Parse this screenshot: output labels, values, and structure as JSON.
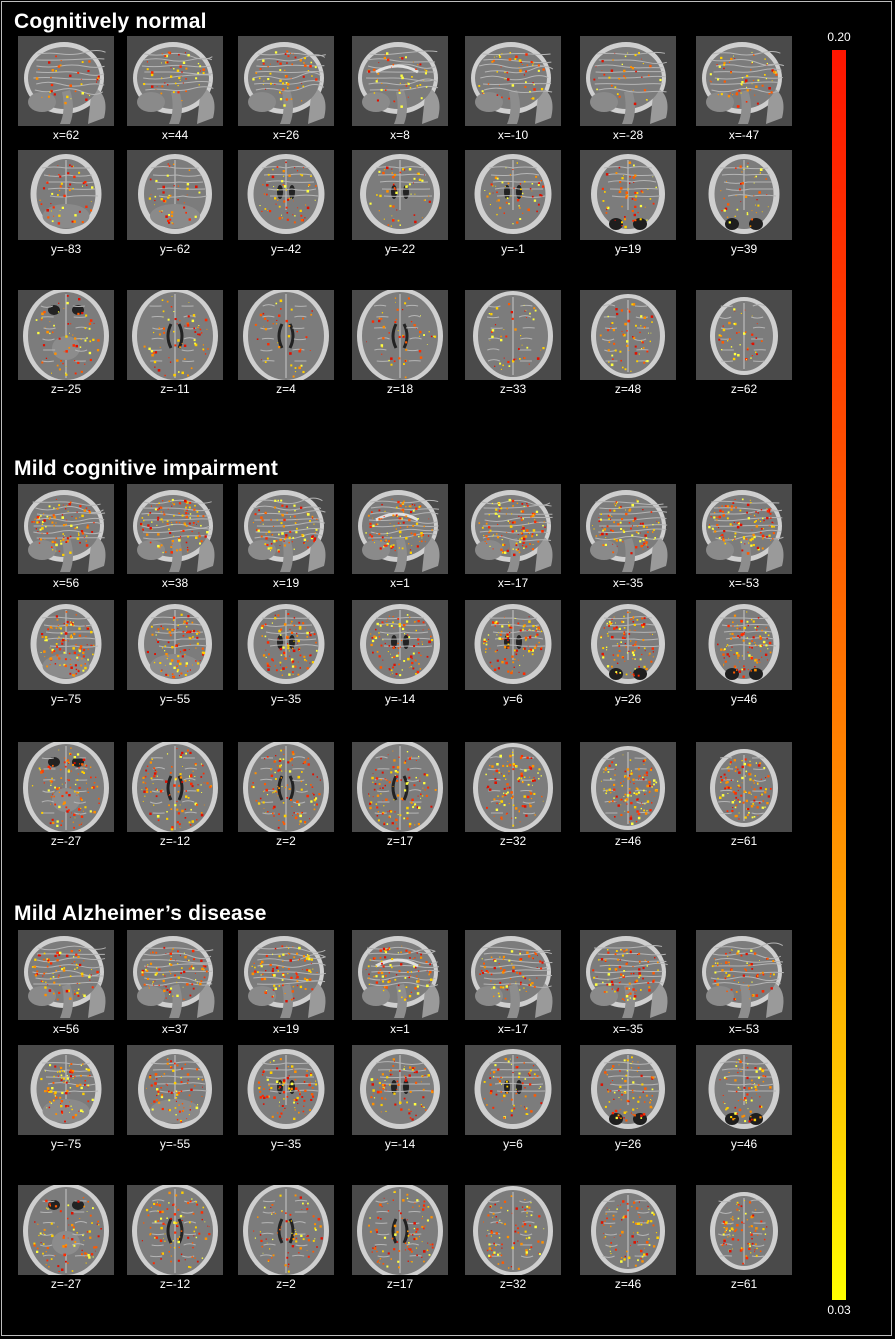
{
  "groups": [
    {
      "title": "Cognitively normal",
      "rows": [
        {
          "view": "sagittal",
          "labels": [
            "x=62",
            "x=44",
            "x=26",
            "x=8",
            "x=-10",
            "x=-28",
            "x=-47"
          ]
        },
        {
          "view": "coronal",
          "labels": [
            "y=-83",
            "y=-62",
            "y=-42",
            "y=-22",
            "y=-1",
            "y=19",
            "y=39"
          ]
        },
        {
          "view": "axial",
          "labels": [
            "z=-25",
            "z=-11",
            "z=4",
            "z=18",
            "z=33",
            "z=48",
            "z=62"
          ]
        }
      ]
    },
    {
      "title": "Mild cognitive impairment",
      "rows": [
        {
          "view": "sagittal",
          "labels": [
            "x=56",
            "x=38",
            "x=19",
            "x=1",
            "x=-17",
            "x=-35",
            "x=-53"
          ]
        },
        {
          "view": "coronal",
          "labels": [
            "y=-75",
            "y=-55",
            "y=-35",
            "y=-14",
            "y=6",
            "y=26",
            "y=46"
          ]
        },
        {
          "view": "axial",
          "labels": [
            "z=-27",
            "z=-12",
            "z=2",
            "z=17",
            "z=32",
            "z=46",
            "z=61"
          ]
        }
      ]
    },
    {
      "title": "Mild Alzheimer’s disease",
      "rows": [
        {
          "view": "sagittal",
          "labels": [
            "x=56",
            "x=37",
            "x=19",
            "x=1",
            "x=-17",
            "x=-35",
            "x=-53"
          ]
        },
        {
          "view": "coronal",
          "labels": [
            "y=-75",
            "y=-55",
            "y=-35",
            "y=-14",
            "y=6",
            "y=26",
            "y=46"
          ]
        },
        {
          "view": "axial",
          "labels": [
            "z=-27",
            "z=-12",
            "z=2",
            "z=17",
            "z=32",
            "z=46",
            "z=61"
          ]
        }
      ]
    }
  ],
  "colorbar": {
    "max": "0.20",
    "min": "0.03",
    "colors": [
      "#ff1500",
      "#ff4a00",
      "#ff8a00",
      "#ffc400",
      "#ffff00"
    ]
  }
}
